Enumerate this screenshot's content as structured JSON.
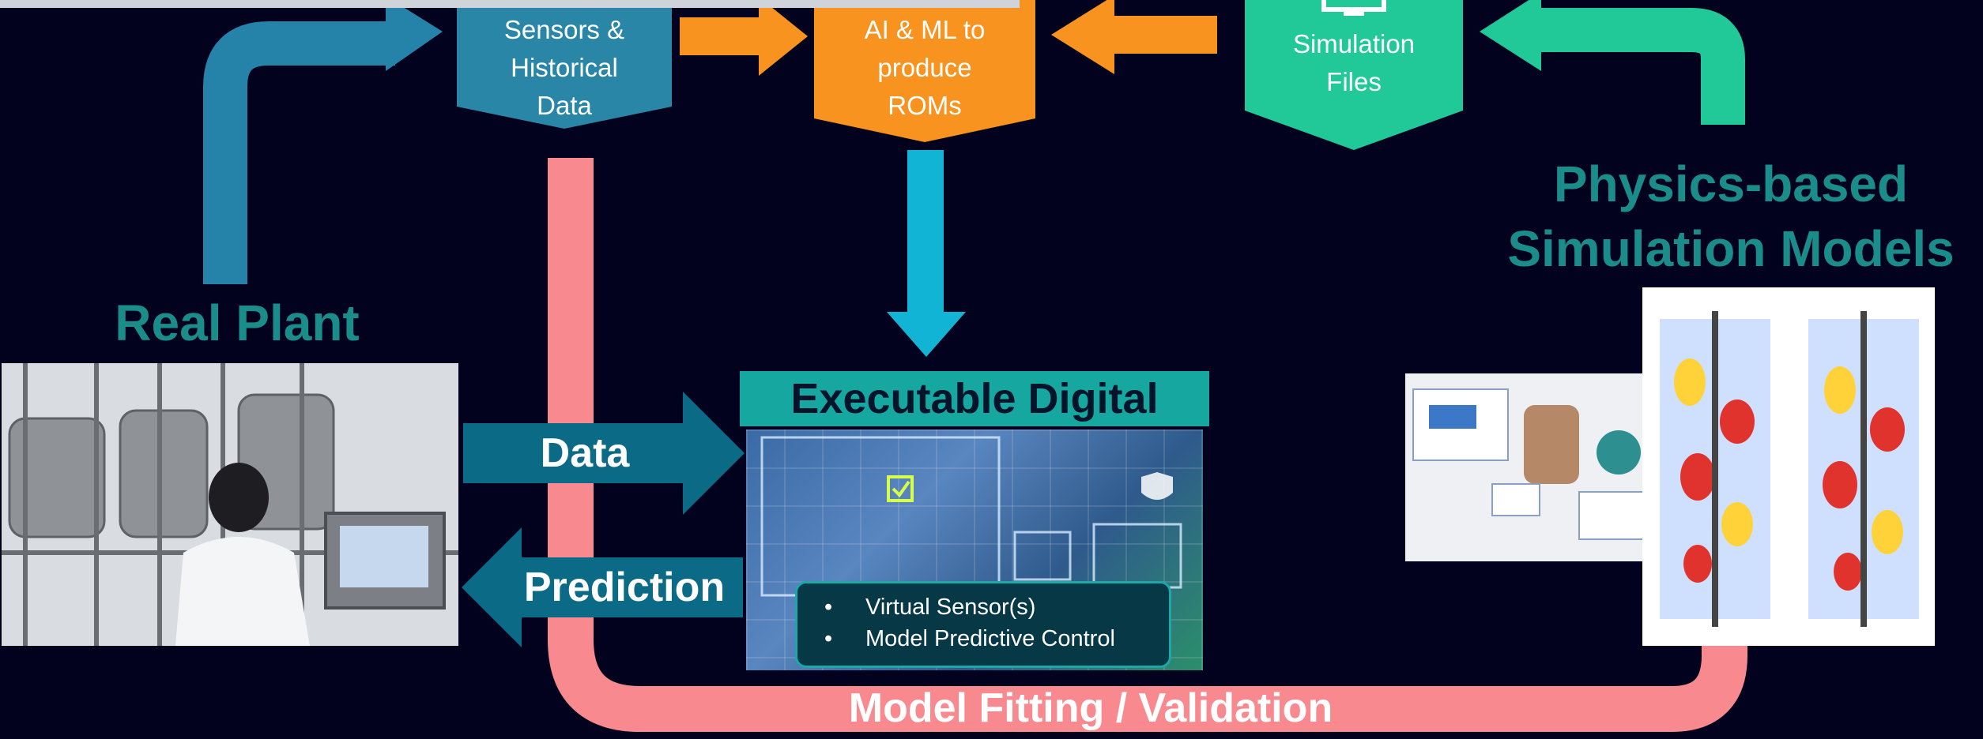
{
  "nodes": {
    "sensors": {
      "line1": "Sensors &",
      "line2": "Historical",
      "line3": "Data",
      "color": "#2a86a6"
    },
    "ai_ml": {
      "line1": "AI & ML to",
      "line2": "produce",
      "line3": "ROMs",
      "color": "#f7931e"
    },
    "simulation": {
      "line1": "Simulation",
      "line2": "Files",
      "color": "#20c997"
    }
  },
  "labels": {
    "real_plant": "Real Plant",
    "physics_line1": "Physics-based",
    "physics_line2": "Simulation Models",
    "data_arrow": "Data",
    "prediction_arrow": "Prediction",
    "fitting": "Model Fitting / Validation"
  },
  "digital_twin": {
    "title": "Executable Digital Twin",
    "bullets": [
      "Virtual Sensor(s)",
      "Model Predictive Control"
    ]
  },
  "colors": {
    "background": "#02021e",
    "teal_text": "#1a8d8a",
    "pink_arrow": "#f88a8f",
    "cyan_arrow": "#11b4d4",
    "dark_arrow": "#0b6a86",
    "blue_arrow": "#2582a8",
    "green_arrow": "#20c997",
    "orange_arrow": "#f7931e"
  }
}
